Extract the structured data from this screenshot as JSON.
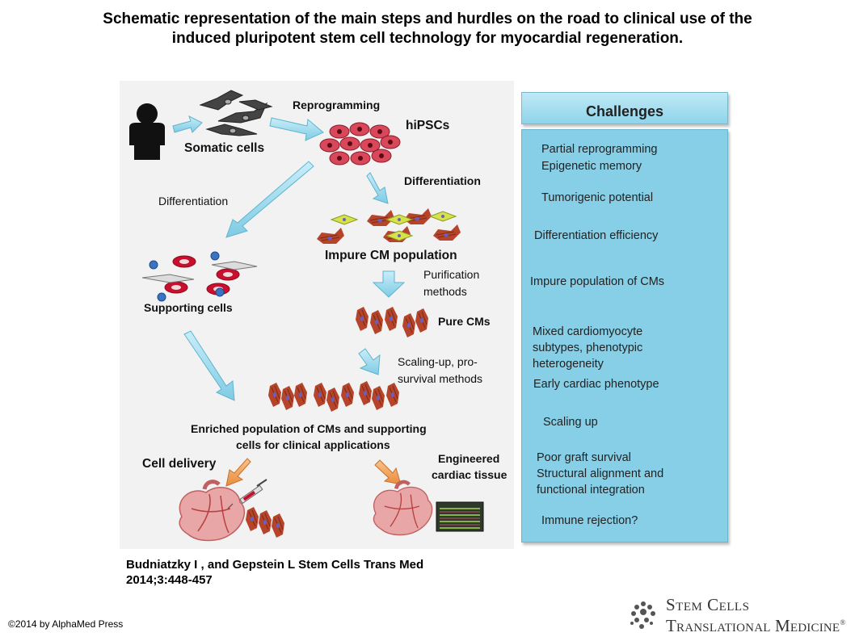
{
  "title": {
    "line1": "Schematic representation of the main steps and hurdles on the road to clinical use of the",
    "line2": "induced pluripotent stem cell technology for myocardial regeneration."
  },
  "diagram": {
    "somatic_cells": "Somatic cells",
    "reprogramming": "Reprogramming",
    "hipscs": "hiPSCs",
    "differentiation_right": "Differentiation",
    "differentiation_left": "Differentiation",
    "impure_cm": "Impure CM population",
    "purification_1": "Purification",
    "purification_2": "methods",
    "supporting_cells": "Supporting  cells",
    "pure_cms": "Pure CMs",
    "scaling_1": "Scaling-up, pro-",
    "scaling_2": "survival methods",
    "enriched_1": "Enriched population  of CMs and supporting",
    "enriched_2": "cells for clinical applications",
    "cell_delivery": "Cell delivery",
    "engineered_1": "Engineered",
    "engineered_2": "cardiac tissue"
  },
  "challenges": {
    "header": "Challenges",
    "items": [
      "Partial reprogramming",
      "Epigenetic memory",
      "Tumorigenic potential",
      "Differentiation  efficiency",
      "Impure population of CMs",
      "Mixed cardiomyocyte",
      "subtypes, phenotypic",
      "heterogeneity",
      "Early cardiac phenotype",
      "Scaling up",
      "Poor graft survival",
      "Structural alignment and",
      "functional integration",
      "Immune rejection?"
    ]
  },
  "citation": {
    "line1": "Budniatzky I , and Gepstein L Stem Cells Trans Med",
    "line2": "2014;3:448-457"
  },
  "copyright": "©2014 by AlphaMed Press",
  "logo": {
    "line1": "Stem Cells",
    "line2": "Translational Medicine",
    "trademark": "®"
  },
  "colors": {
    "arrow_blue": "#8fd4ea",
    "arrow_orange": "#f2a65a",
    "challenge_box": "#87cfe7",
    "cardiomyocyte": "#b5442a",
    "red_cell": "#c8102e"
  }
}
